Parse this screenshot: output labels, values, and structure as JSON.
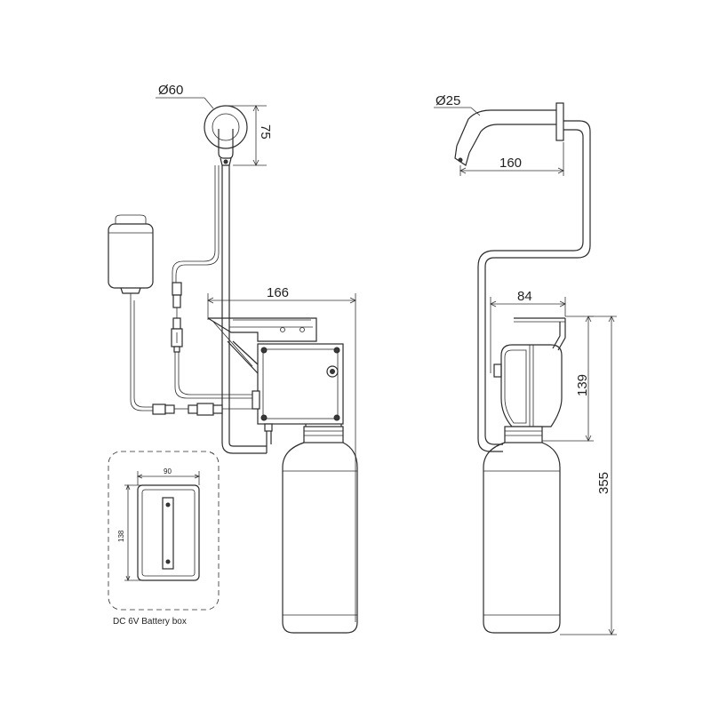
{
  "left_view": {
    "outlet_diameter": "Ø60",
    "outlet_height": "75",
    "bracket_width": "166"
  },
  "right_view": {
    "spout_diameter": "Ø25",
    "spout_length": "160",
    "bracket_width": "84",
    "pump_height": "139",
    "total_height": "355"
  },
  "battery_box": {
    "width": "90",
    "height": "138",
    "caption": "DC 6V Battery box"
  },
  "colors": {
    "line": "#2b2b2b",
    "dark_fill": "#3a3a3a"
  }
}
